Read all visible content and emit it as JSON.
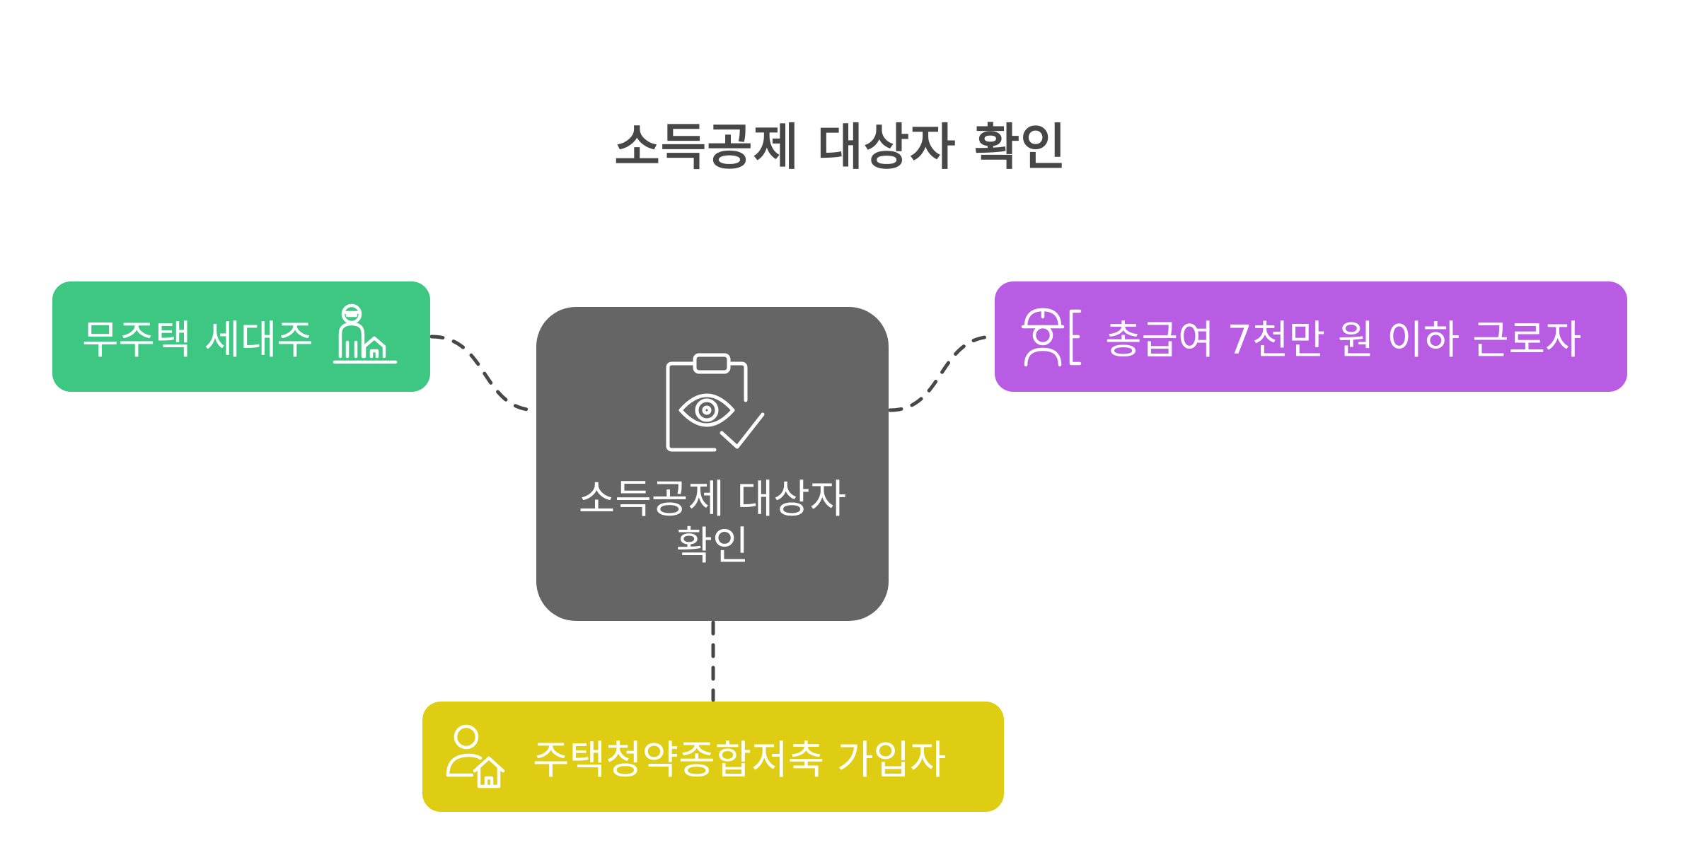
{
  "title": "소득공제 대상자 확인",
  "center": {
    "label": "소득공제 대상자 확인",
    "icon": "clipboard-eye-check-icon"
  },
  "nodes": {
    "left": {
      "label": "무주택 세대주",
      "icon": "person-house-icon",
      "color": "#3ec683"
    },
    "right": {
      "label": "총급여 7천만 원 이하 근로자",
      "icon": "worker-id-icon",
      "color": "#b85ce3"
    },
    "bottom": {
      "label": "주택청약종합저축 가입자",
      "icon": "user-home-icon",
      "color": "#dfcd14"
    }
  },
  "colors": {
    "center": "#656565",
    "title": "#474747",
    "connector": "#474747"
  }
}
